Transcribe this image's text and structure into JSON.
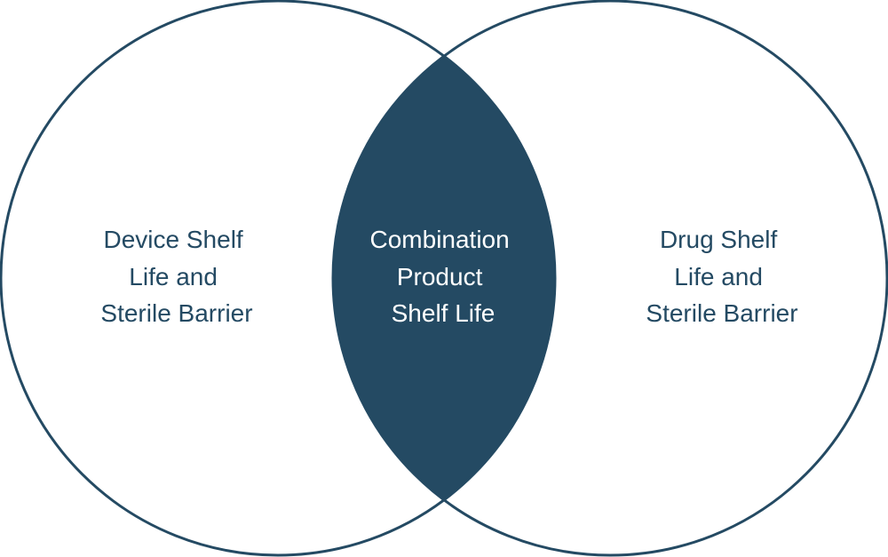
{
  "diagram": {
    "type": "venn",
    "colors": {
      "outline": "#244a63",
      "intersection_fill": "#244a63",
      "circle_fill": "#ffffff",
      "outer_text": "#244a63",
      "intersection_text": "#ffffff"
    },
    "left_set": {
      "lines": [
        "Device Shelf",
        "Life and",
        "Sterile Barrier"
      ]
    },
    "intersection": {
      "lines": [
        "Combination",
        "Product",
        "Shelf Life"
      ]
    },
    "right_set": {
      "lines": [
        "Drug Shelf",
        "Life and",
        "Sterile Barrier"
      ]
    }
  }
}
